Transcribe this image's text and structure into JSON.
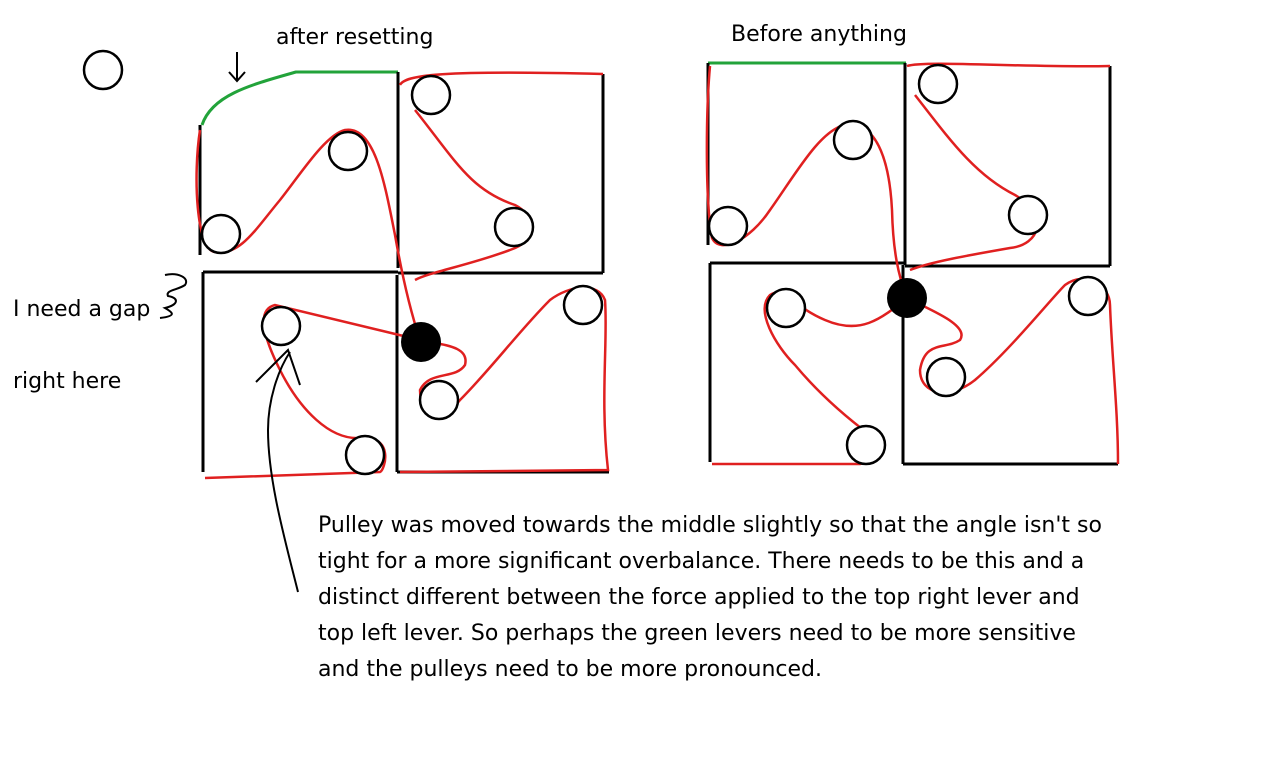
{
  "labels": {
    "after_resetting": "after resetting",
    "before_anything": "Before  anything",
    "gap_note_line1": "I need a gap",
    "gap_note_line2": "right here"
  },
  "note_lines": [
    "Pulley was moved towards the middle slightly so that the angle isn't so",
    "tight for a more significant overbalance.  There needs to be this and a",
    "distinct different between the force applied to the top right lever and",
    "top left lever.  So perhaps the green levers need to be more sensitive",
    "and the pulleys need to be more pronounced."
  ],
  "colors": {
    "line_black": "#000000",
    "rope_red": "#e02020",
    "lever_green": "#22a33a",
    "background": "#ffffff"
  }
}
